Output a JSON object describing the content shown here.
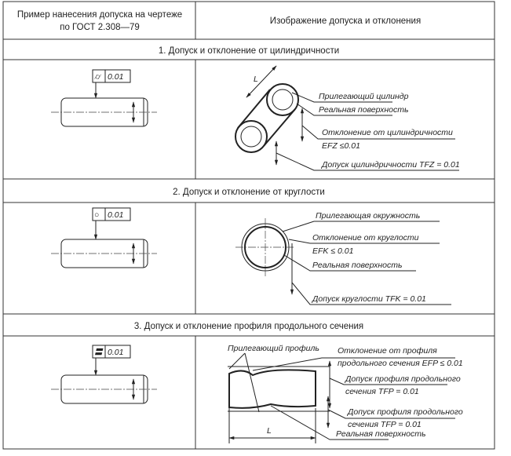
{
  "header": {
    "col1_line1": "Пример нанесения допуска на чертеже",
    "col1_line2": "по ГОСТ 2.308—79",
    "col2": "Изображение допуска и отклонения"
  },
  "sections": [
    {
      "title": "1. Допуск и отклонение от цилиндричности",
      "symbol": "⌭",
      "tolerance": "0.01",
      "labels": [
        "Прилегающий цилиндр",
        "Реальная поверхность",
        "Отклонение от цилиндричности",
        "EFZ ≤0.01",
        "Допуск цилиндричности TFZ = 0.01"
      ],
      "dim": "L"
    },
    {
      "title": "2. Допуск и отклонение от круглости",
      "symbol": "○",
      "tolerance": "0.01",
      "labels": [
        "Прилегающая окружность",
        "Отклонение от круглости",
        "EFK ≤ 0.01",
        "Реальная поверхность",
        "Допуск круглости TFK = 0.01"
      ]
    },
    {
      "title": "3. Допуск и отклонение профиля продольного сечения",
      "symbol": "〓",
      "tolerance": "0.01",
      "labels": [
        "Прилегающий профиль",
        "Отклонение от профиля",
        "продольного сечения EFP ≤ 0.01",
        "Допуск профиля продольного",
        "сечения TFP = 0.01",
        "Допуск профиля продольного",
        "сечения TFP = 0.01",
        "Реальная поверхность"
      ],
      "dim": "L"
    }
  ]
}
